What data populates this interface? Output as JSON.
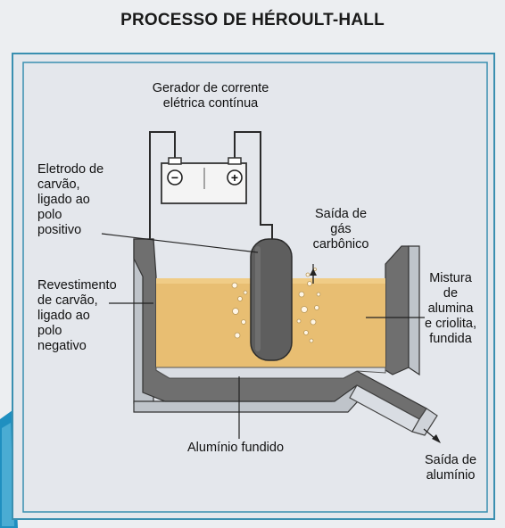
{
  "title": "PROCESSO DE HÉROULT-HALL",
  "labels": {
    "generator": "Gerador de corrente\nelétrica contínua",
    "anode": "Eletrodo de\ncarvão,\nligado ao\npolo\npositivo",
    "gas_outlet": "Saída de\ngás\ncarbônico",
    "cathode_lining": "Revestimento\nde carvão,\nligado ao\npolo\nnegativo",
    "melt": "Mistura\nde\nalumina\ne criolita,\nfundida",
    "molten_aluminum": "Alumínio fundido",
    "aluminum_outlet": "Saída de\nalumínio"
  },
  "battery": {
    "negative_symbol": "−",
    "positive_symbol": "+"
  },
  "colors": {
    "frame_border": "#3a8fb0",
    "inner_background": "#e4e7ec",
    "molten_mixture": "#e8be72",
    "carbon_lining": "#6f6f6f",
    "anode": "#5e5e5e",
    "battery_body": "#f4f4f4",
    "corner_accent": "#1f8fc0"
  }
}
